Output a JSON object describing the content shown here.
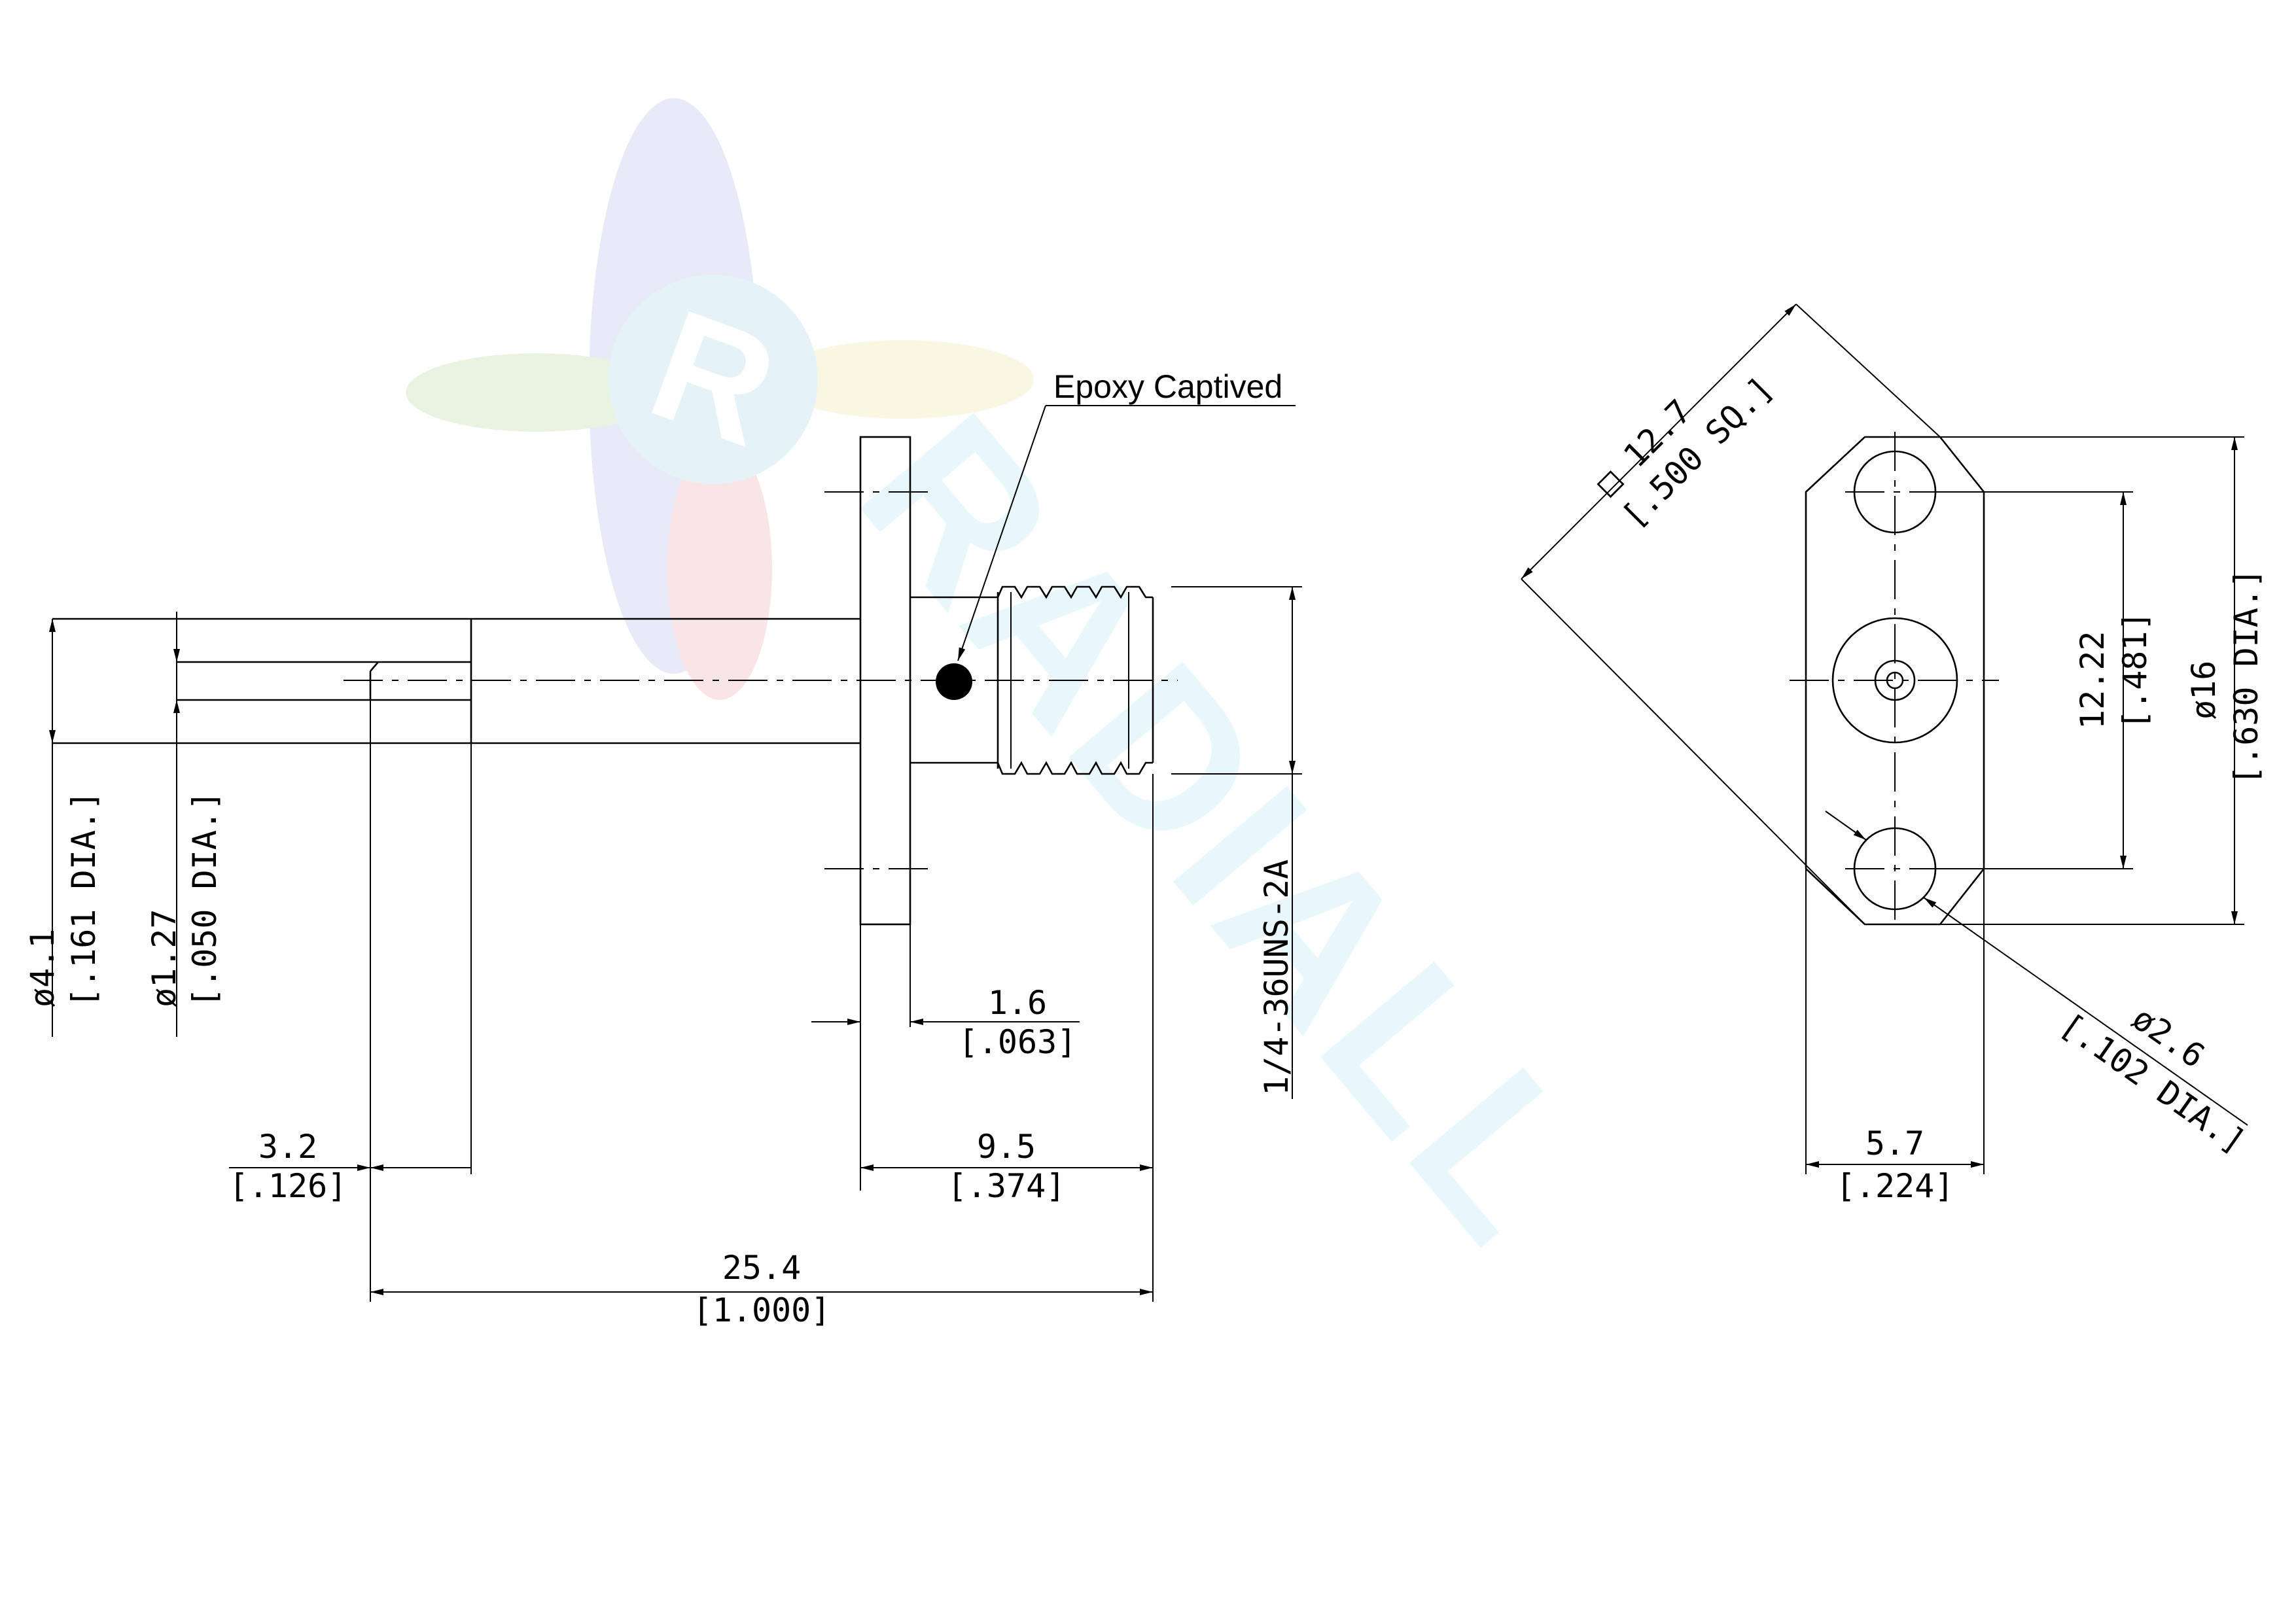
{
  "logo": {
    "letter": "R",
    "text": "RADIALL"
  },
  "callouts": {
    "epoxy": "Epoxy Captived"
  },
  "dims": {
    "d_outer": "ø4.1",
    "d_outer_in": "[.161 DIA.]",
    "d_inner": "ø1.27",
    "d_inner_in": "[.050 DIA.]",
    "thread": "1/4-36UNS-2A",
    "flange_t": "1.6",
    "flange_t_in": "[.063]",
    "pin_len": "3.2",
    "pin_len_in": "[.126]",
    "body_len": "9.5",
    "body_len_in": "[.374]",
    "total_len": "25.4",
    "total_len_in": "[1.000]",
    "sq": "□ 12.7",
    "sq_in": "[.500 SQ.]",
    "hole_sp": "12.22",
    "hole_sp_in": "[.481]",
    "flange_h": "ø16",
    "flange_h_in": "[.630 DIA.]",
    "hole_d": "ø2.6",
    "hole_d_in": "[.102 DIA.]",
    "flange_w": "5.7",
    "flange_w_in": "[.224]"
  }
}
